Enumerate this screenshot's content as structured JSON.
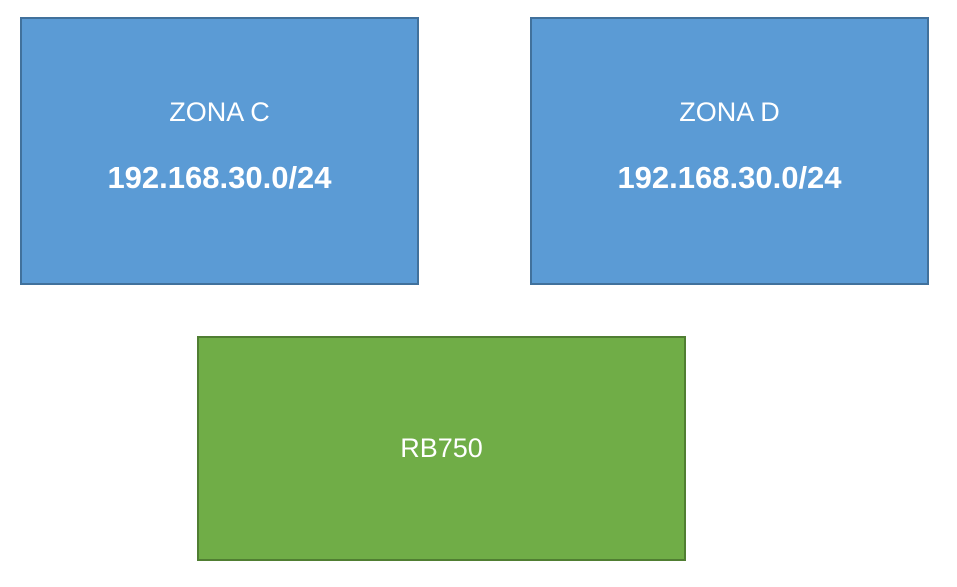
{
  "zones": [
    {
      "name": "ZONA C",
      "subnet": "192.168.30.0/24"
    },
    {
      "name": "ZONA D",
      "subnet": "192.168.30.0/24"
    }
  ],
  "router": {
    "name": "RB750"
  },
  "colors": {
    "zone_fill": "#5b9bd5",
    "zone_border": "#41719c",
    "router_fill": "#70ad47",
    "router_border": "#507e32",
    "text": "#ffffff"
  }
}
